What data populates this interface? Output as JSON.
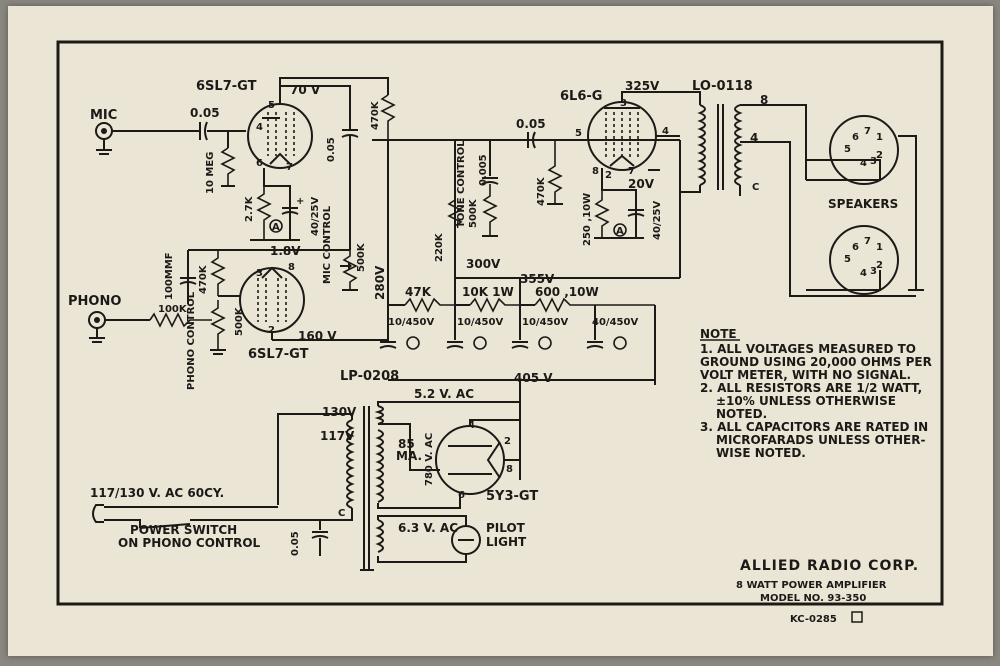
{
  "tubes": {
    "v1": "6SL7-GT",
    "v2": "6SL7-GT",
    "v3": "6L6-G",
    "v4": "5Y3-GT"
  },
  "inputs": {
    "mic": "MIC",
    "phono": "PHONO"
  },
  "transformers": {
    "output": "LO-0118",
    "power": "LP-0208"
  },
  "speakers": "SPEAKERS",
  "voltages": {
    "v70": "70 V",
    "v18": "1.8V",
    "v160": "160 V",
    "v280": "280V",
    "v300": "300V",
    "v355": "355V",
    "v325": "325V",
    "v20": "20V",
    "v405": "405 V",
    "v130": "130V",
    "v117": "117V",
    "ac52": "5.2 V. AC",
    "ac780": "780 V. AC",
    "ac63": "6.3 V. AC",
    "ma85": "85",
    "ma": "MA."
  },
  "components": {
    "c005a": "0.05",
    "c005b": "0.05",
    "c005c": "0.05",
    "c005d": "0.05",
    "c0005": "0.005",
    "r10meg": "10 MEG",
    "r27k": "2.7K",
    "c4025a": "40/25V",
    "r470ka": "470K",
    "r500kmic": "500K",
    "micctrl": "MIC CONTROL",
    "c100mmf": "100MMF",
    "r470kb": "470K",
    "r500kph": "500K",
    "r100k": "100K",
    "phctrl": "PHONO CONTROL",
    "tone": "TONE CONTROL",
    "r500ktone": "500K",
    "r470kc": "470K",
    "r220k": "220K",
    "r250": "250 ,10W",
    "c4025b": "40/25V",
    "r47k": "47K",
    "r10k": "10K 1W",
    "r600": "600 ,10W",
    "c1": "10/450V",
    "c2": "10/450V",
    "c3": "10/450V",
    "c4": "40/450V",
    "ohm8": "8",
    "ohm4": "4",
    "comm": "C",
    "tapc": "C"
  },
  "mains": {
    "label": "117/130 V. AC  60CY.",
    "switch1": "POWER SWITCH",
    "switch2": "ON PHONO CONTROL",
    "cap": "0.05"
  },
  "pilot": {
    "l1": "PILOT",
    "l2": "LIGHT"
  },
  "pins": {
    "p5": "5",
    "p4": "4",
    "p6": "6",
    "p7": "7",
    "p3": "3",
    "p8": "8",
    "p2": "2",
    "q5": "5",
    "q3": "3",
    "q4": "4",
    "q8": "8",
    "q2": "2",
    "q7": "7",
    "r4": "4",
    "r2": "2",
    "r6": "6",
    "r8": "8"
  },
  "note": {
    "title": "NOTE",
    "lines": [
      "1. ALL VOLTAGES MEASURED TO",
      "GROUND USING 20,000 OHMS PER",
      "VOLT METER, WITH NO SIGNAL.",
      "2. ALL RESISTORS ARE 1/2 WATT,",
      "±10% UNLESS OTHERWISE",
      "NOTED.",
      "3. ALL CAPACITORS ARE RATED IN",
      "MICROFARADS UNLESS OTHER-",
      "WISE NOTED."
    ]
  },
  "title_block": {
    "company": "ALLIED RADIO CORP.",
    "product": "8 WATT POWER AMPLIFIER",
    "model": "MODEL NO. 93-350",
    "code": "KC-0285"
  }
}
